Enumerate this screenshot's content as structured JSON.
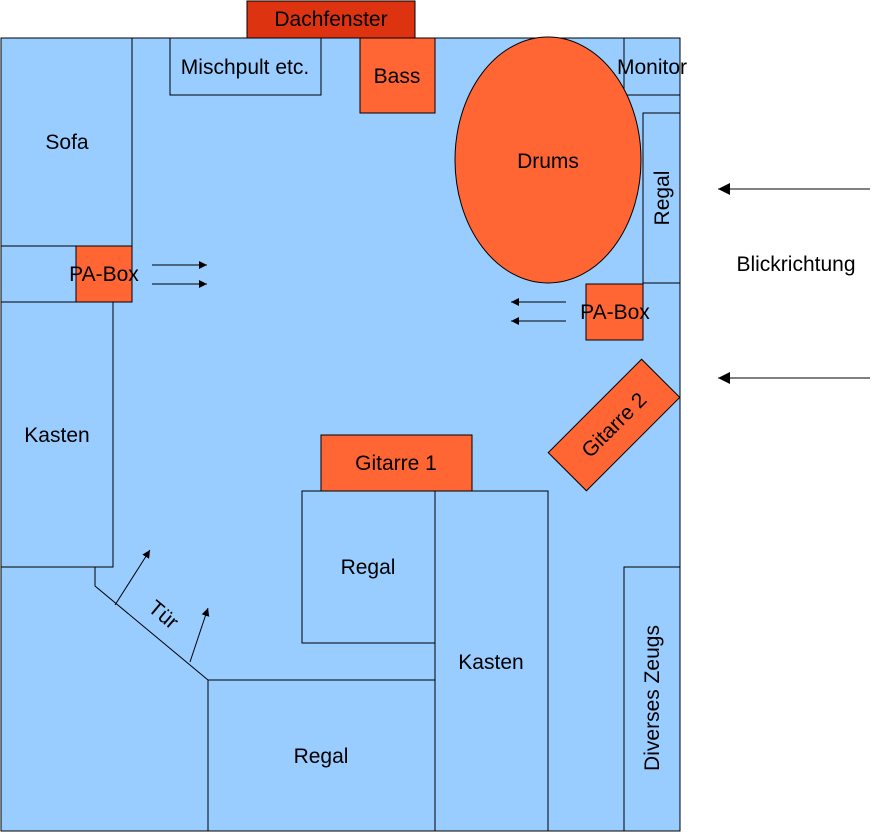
{
  "colors": {
    "room": "#99ccff",
    "furniture": "#99ccff",
    "instrument": "#ff6633",
    "skylight": "#dd3311",
    "outline": "#000000",
    "text": "#000000"
  },
  "labels": {
    "skylight": "Dachfenster",
    "mixer": "Mischpult etc.",
    "bass": "Bass",
    "drums": "Drums",
    "monitor": "Monitor",
    "shelf_right": "Regal",
    "sofa": "Sofa",
    "pa_box_left": "PA-Box",
    "pa_box_right": "PA-Box",
    "cabinet_left": "Kasten",
    "guitar_1": "Gitarre 1",
    "guitar_2": "Gitarre 2",
    "shelf_center": "Regal",
    "cabinet_center": "Kasten",
    "shelf_bottom": "Regal",
    "door": "Tür",
    "misc": "Diverses Zeugs",
    "view_direction": "Blickrichtung"
  }
}
